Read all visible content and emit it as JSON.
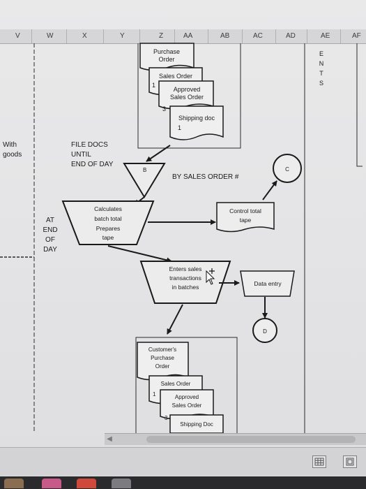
{
  "columns": [
    "V",
    "W",
    "X",
    "Y",
    "Z",
    "AA",
    "AB",
    "AC",
    "AD",
    "AE",
    "AF"
  ],
  "margin_text": {
    "with": "With",
    "goods": "goods",
    "at_end_of_day": [
      "AT",
      "END",
      "OF",
      "DAY"
    ],
    "ents_vertical": [
      "E",
      "N",
      "T",
      "S"
    ]
  },
  "flowchart": {
    "doc_stack_1": {
      "purchase_order": [
        "Purchase",
        "Order"
      ],
      "sales_order": "Sales Order",
      "approved_sales_order": [
        "Approved",
        "Sales Order"
      ],
      "shipping_doc": "Shipping doc",
      "copy_numbers": [
        "1",
        "3",
        "1"
      ]
    },
    "file_label": [
      "FILE DOCS",
      "UNTIL",
      "END OF DAY"
    ],
    "file_triangle_letter": "B",
    "by_sales_order": "BY SALES ORDER #",
    "connector_c": "C",
    "calc_box": [
      "Calculates",
      "batch total",
      "Prepares",
      "tape"
    ],
    "control_total": [
      "Control total",
      "tape"
    ],
    "enter_box": [
      "Enters sales",
      "transactions",
      "in batches"
    ],
    "data_entry": "Data entry",
    "connector_d": "D",
    "doc_stack_2": {
      "customer_po": [
        "Customer's",
        "Purchase",
        "Order"
      ],
      "sales_order": "Sales Order",
      "approved_sales_order": [
        "Approved",
        "Sales Order"
      ],
      "shipping_doc": "Shipping Doc",
      "copy_numbers": [
        "1",
        "3"
      ]
    }
  },
  "status": {
    "view_icons": [
      "grid-view-icon",
      "page-layout-icon"
    ]
  },
  "colors": {
    "line": "#1a1a1a",
    "sheet": "#e6e6e8",
    "header": "#d6d6d8"
  }
}
